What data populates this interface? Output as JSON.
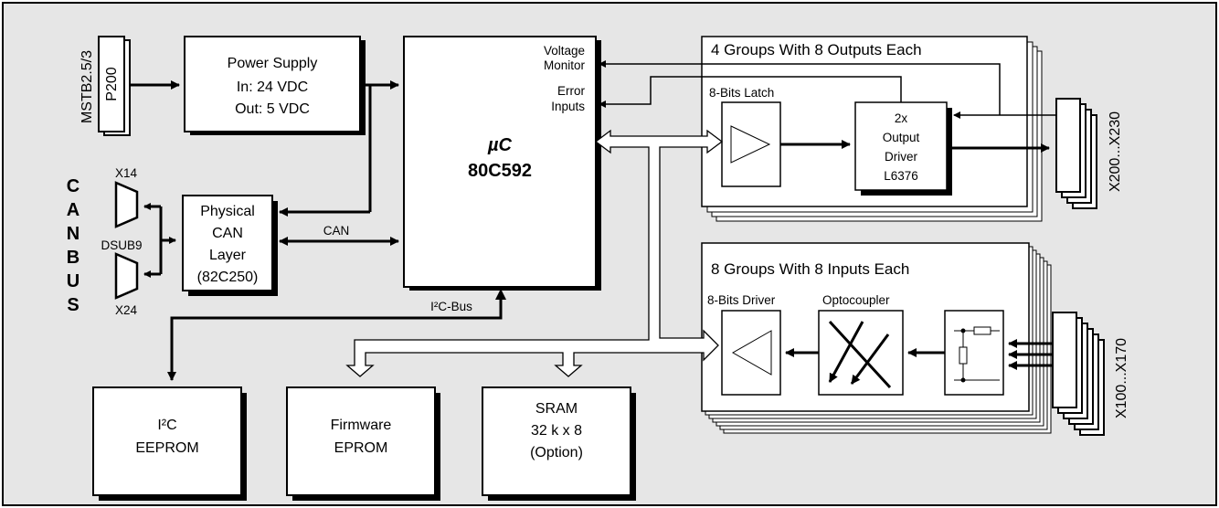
{
  "labels": {
    "mstb": "MSTB2.5/3",
    "p200": "P200",
    "power_l1": "Power Supply",
    "power_l2": "In: 24 VDC",
    "power_l3": "Out: 5 VDC",
    "vm_l1": "Voltage",
    "vm_l2": "Monitor",
    "err_l1": "Error",
    "err_l2": "Inputs",
    "uc_l1": "µC",
    "uc_l2": "80C592",
    "can_letters": [
      "C",
      "A",
      "N",
      "B",
      "U",
      "S"
    ],
    "x14": "X14",
    "dsub9": "DSUB9",
    "x24": "X24",
    "phy_l1": "Physical",
    "phy_l2": "CAN",
    "phy_l3": "Layer",
    "phy_l4": "(82C250)",
    "can": "CAN",
    "i2cbus": "I²C-Bus",
    "out_title": "4 Groups With 8 Outputs Each",
    "latch": "8-Bits Latch",
    "drv_l1": "2x",
    "drv_l2": "Output",
    "drv_l3": "Driver",
    "drv_l4": "L6376",
    "x200": "X200...X230",
    "in_title": "8 Groups With 8 Inputs Each",
    "bitsdriver": "8-Bits Driver",
    "opto": "Optocoupler",
    "x100": "X100...X170",
    "eeprom_l1": "I²C",
    "eeprom_l2": "EEPROM",
    "fw_l1": "Firmware",
    "fw_l2": "EPROM",
    "sram_l1": "SRAM",
    "sram_l2": "32 k x 8",
    "sram_l3": "(Option)"
  }
}
